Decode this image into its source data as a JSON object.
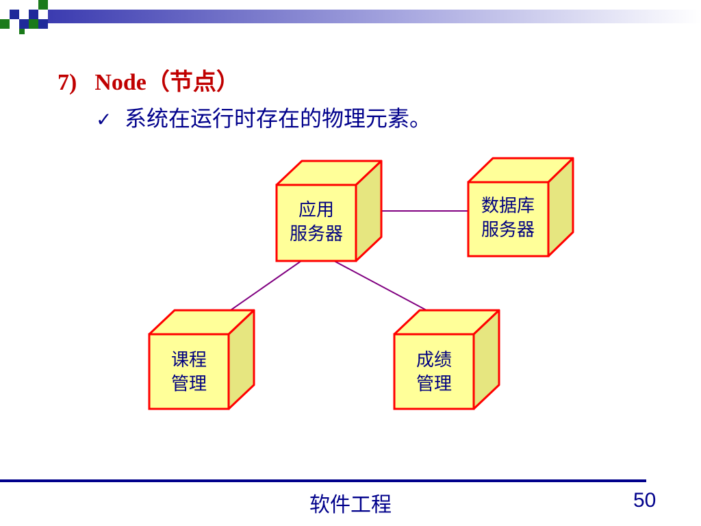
{
  "colors": {
    "heading": "#c00000",
    "body_text": "#00008b",
    "node_fill": "#ffff99",
    "node_side": "#e6e680",
    "node_border": "#ff0000",
    "connector": "#800080",
    "footer_rule": "#00008b"
  },
  "icons": {
    "bullet": "check-icon",
    "decoration": "checkered-squares-icon"
  },
  "heading": {
    "number": "7)",
    "text": "Node（节点）"
  },
  "bullet": {
    "text": "系统在运行时存在的物理元素。"
  },
  "nodes": {
    "app_server": {
      "line1": "应用",
      "line2": "服务器"
    },
    "db_server": {
      "line1": "数据库",
      "line2": "服务器"
    },
    "course_mgmt": {
      "line1": "课程",
      "line2": "管理"
    },
    "grade_mgmt": {
      "line1": "成绩",
      "line2": "管理"
    }
  },
  "footer": {
    "title": "软件工程",
    "page_number": "50"
  }
}
